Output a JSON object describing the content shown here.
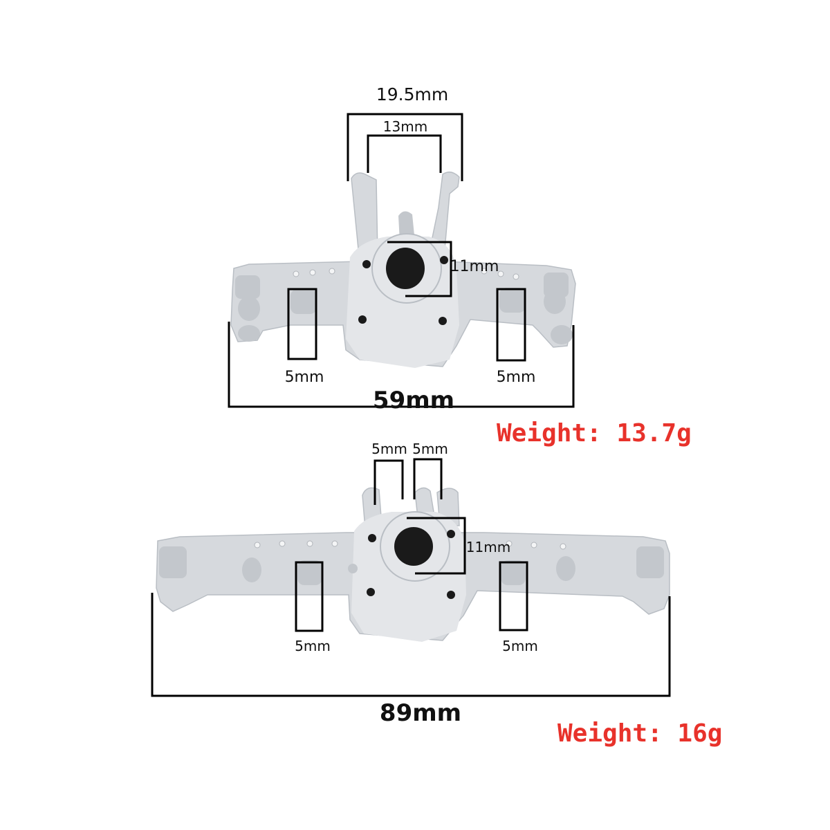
{
  "colors": {
    "weight_text": "#e8322b",
    "part_body": "#d6d9dd",
    "dimension_lines": "#000000"
  },
  "front_axle": {
    "dims": {
      "top_outer": "19.5mm",
      "top_inner": "13mm",
      "bore": "11mm",
      "left_mount": "5mm",
      "right_mount": "5mm",
      "overall_width": "59mm"
    },
    "weight": "Weight: 13.7g"
  },
  "rear_axle": {
    "dims": {
      "top_left": "5mm",
      "top_right": "5mm",
      "bore": "11mm",
      "left_mount": "5mm",
      "right_mount": "5mm",
      "overall_width": "89mm"
    },
    "weight": "Weight: 16g"
  }
}
